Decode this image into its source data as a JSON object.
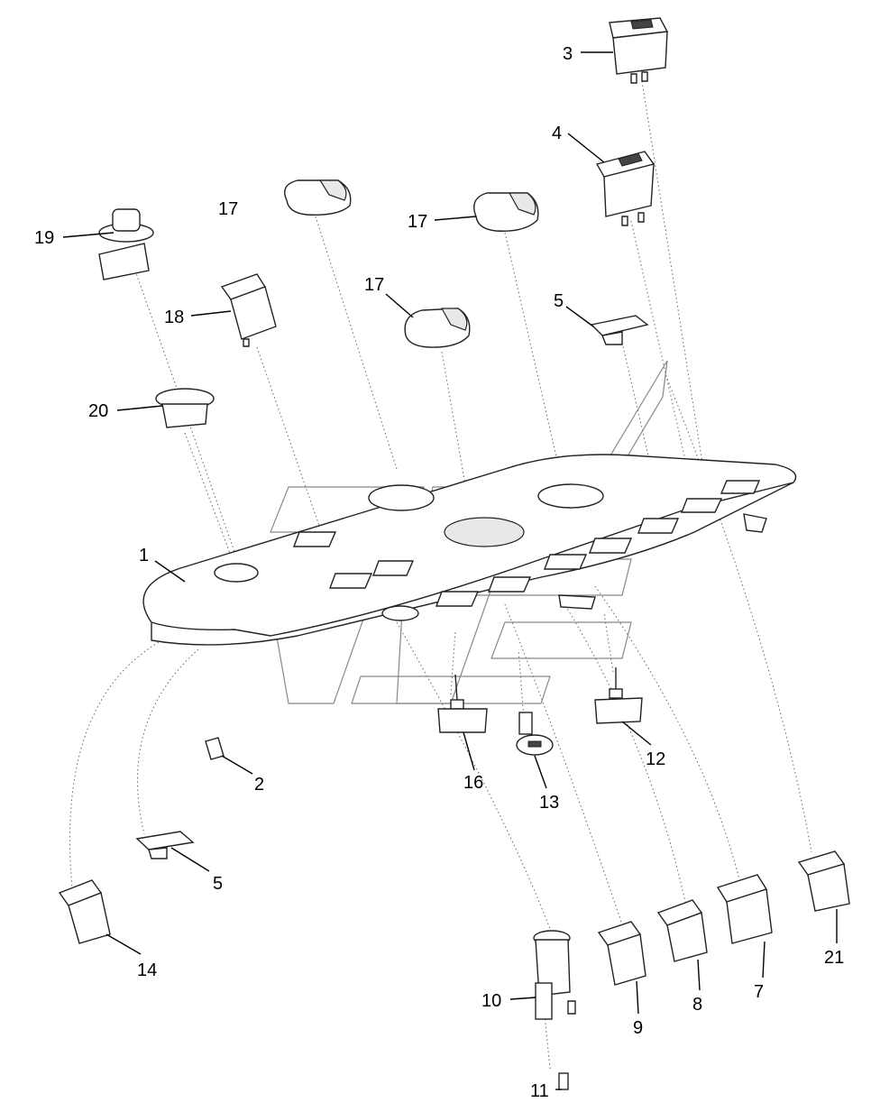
{
  "callouts": [
    {
      "id": "c3",
      "label": "3"
    },
    {
      "id": "c4",
      "label": "4"
    },
    {
      "id": "c17a",
      "label": "17"
    },
    {
      "id": "c17b",
      "label": "17"
    },
    {
      "id": "c17c",
      "label": "17"
    },
    {
      "id": "c19",
      "label": "19"
    },
    {
      "id": "c18",
      "label": "18"
    },
    {
      "id": "c5a",
      "label": "5"
    },
    {
      "id": "c20",
      "label": "20"
    },
    {
      "id": "c1",
      "label": "1"
    },
    {
      "id": "c2",
      "label": "2"
    },
    {
      "id": "c16",
      "label": "16"
    },
    {
      "id": "c13",
      "label": "13"
    },
    {
      "id": "c12",
      "label": "12"
    },
    {
      "id": "c5b",
      "label": "5"
    },
    {
      "id": "c14",
      "label": "14"
    },
    {
      "id": "c10",
      "label": "10"
    },
    {
      "id": "c9",
      "label": "9"
    },
    {
      "id": "c8",
      "label": "8"
    },
    {
      "id": "c7",
      "label": "7"
    },
    {
      "id": "c21",
      "label": "21"
    },
    {
      "id": "c11",
      "label": "11"
    }
  ]
}
